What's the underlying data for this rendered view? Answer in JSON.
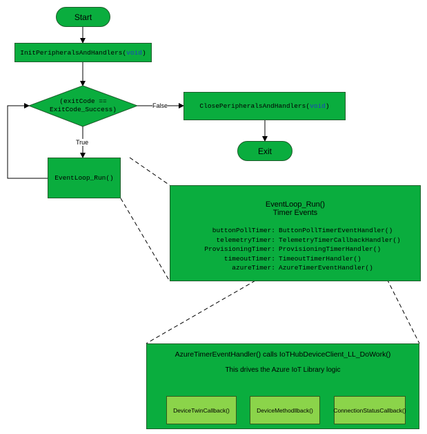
{
  "nodes": {
    "start": "Start",
    "init": {
      "name": "InitPeripheralsAndHandlers(",
      "keyword": "void",
      "close": ")"
    },
    "decision": {
      "line1": "(exitCode ==",
      "line2": "ExitCode_Success)"
    },
    "close": {
      "name": "ClosePeripheralsAndHandlers(",
      "keyword": "void",
      "close": ")"
    },
    "exit": "Exit",
    "loop": "EventLoop_Run()"
  },
  "edges": {
    "false_label": "False",
    "true_label": "True"
  },
  "timer_panel": {
    "title": "EventLoop_Run()",
    "subtitle": "Timer Events",
    "timers": [
      {
        "name": "buttonPollTimer:",
        "handler": "ButtonPollTimerEventHandler()"
      },
      {
        "name": "telemetryTimer:",
        "handler": "TelemetryTimerCallbackHandler()"
      },
      {
        "name": "ProvisioningTimer:",
        "handler": "ProvisioningTimerHandler()"
      },
      {
        "name": "timeoutTimer:",
        "handler": "TimeoutTimerHandler()"
      },
      {
        "name": "azureTimer:",
        "handler": "AzureTimerEventHandler()"
      }
    ]
  },
  "azure_panel": {
    "title": "AzureTimerEventHandler() calls IoTHubDeviceClient_LL_DoWork()",
    "description": "This drives the Azure IoT Library logic",
    "callbacks": [
      "DeviceTwinCallback()",
      "DeviceMethodllback()",
      "ConnectionStatusCallback()"
    ]
  },
  "colors": {
    "node_fill": "#0aad3e",
    "callback_fill": "#8bd44a",
    "keyword": "#1f3fbf",
    "line": "#000000"
  }
}
